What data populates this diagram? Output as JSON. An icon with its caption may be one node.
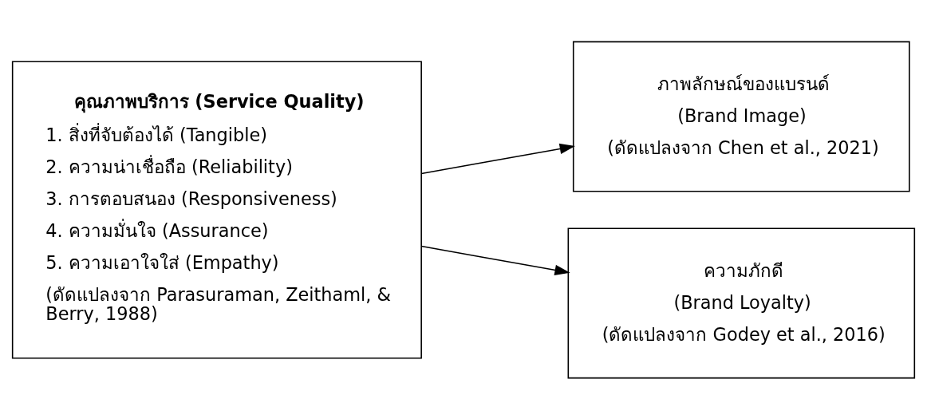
{
  "diagram": {
    "nodes": [
      {
        "text": [
          "คุณภาพบริการ (Service Quality)",
          "1. สิ่งที่จับต้องได้ (Tangible)",
          "2. ความน่าเชื่อถือ (Reliability)",
          "3. การตอบสนอง (Responsiveness)",
          "4. ความมั่นใจ (Assurance)",
          "5. ความเอาใจใส่ (Empathy)",
          "(ดัดแปลงจาก Parasuraman, Zeithaml, & Berry, 1988)"
        ]
      },
      {
        "text": [
          "ภาพลักษณ์ของแบรนด์",
          "(Brand Image)",
          "(ดัดแปลงจาก Chen et al., 2021)"
        ]
      },
      {
        "text": [
          "ความภักดี",
          "(Brand Loyalty)",
          "(ดัดแปลงจาก Godey et al., 2016)"
        ]
      }
    ],
    "edges": [
      {
        "from": 0,
        "to": 1,
        "arrow": "to"
      },
      {
        "from": 0,
        "to": 2,
        "arrow": "to"
      }
    ]
  }
}
